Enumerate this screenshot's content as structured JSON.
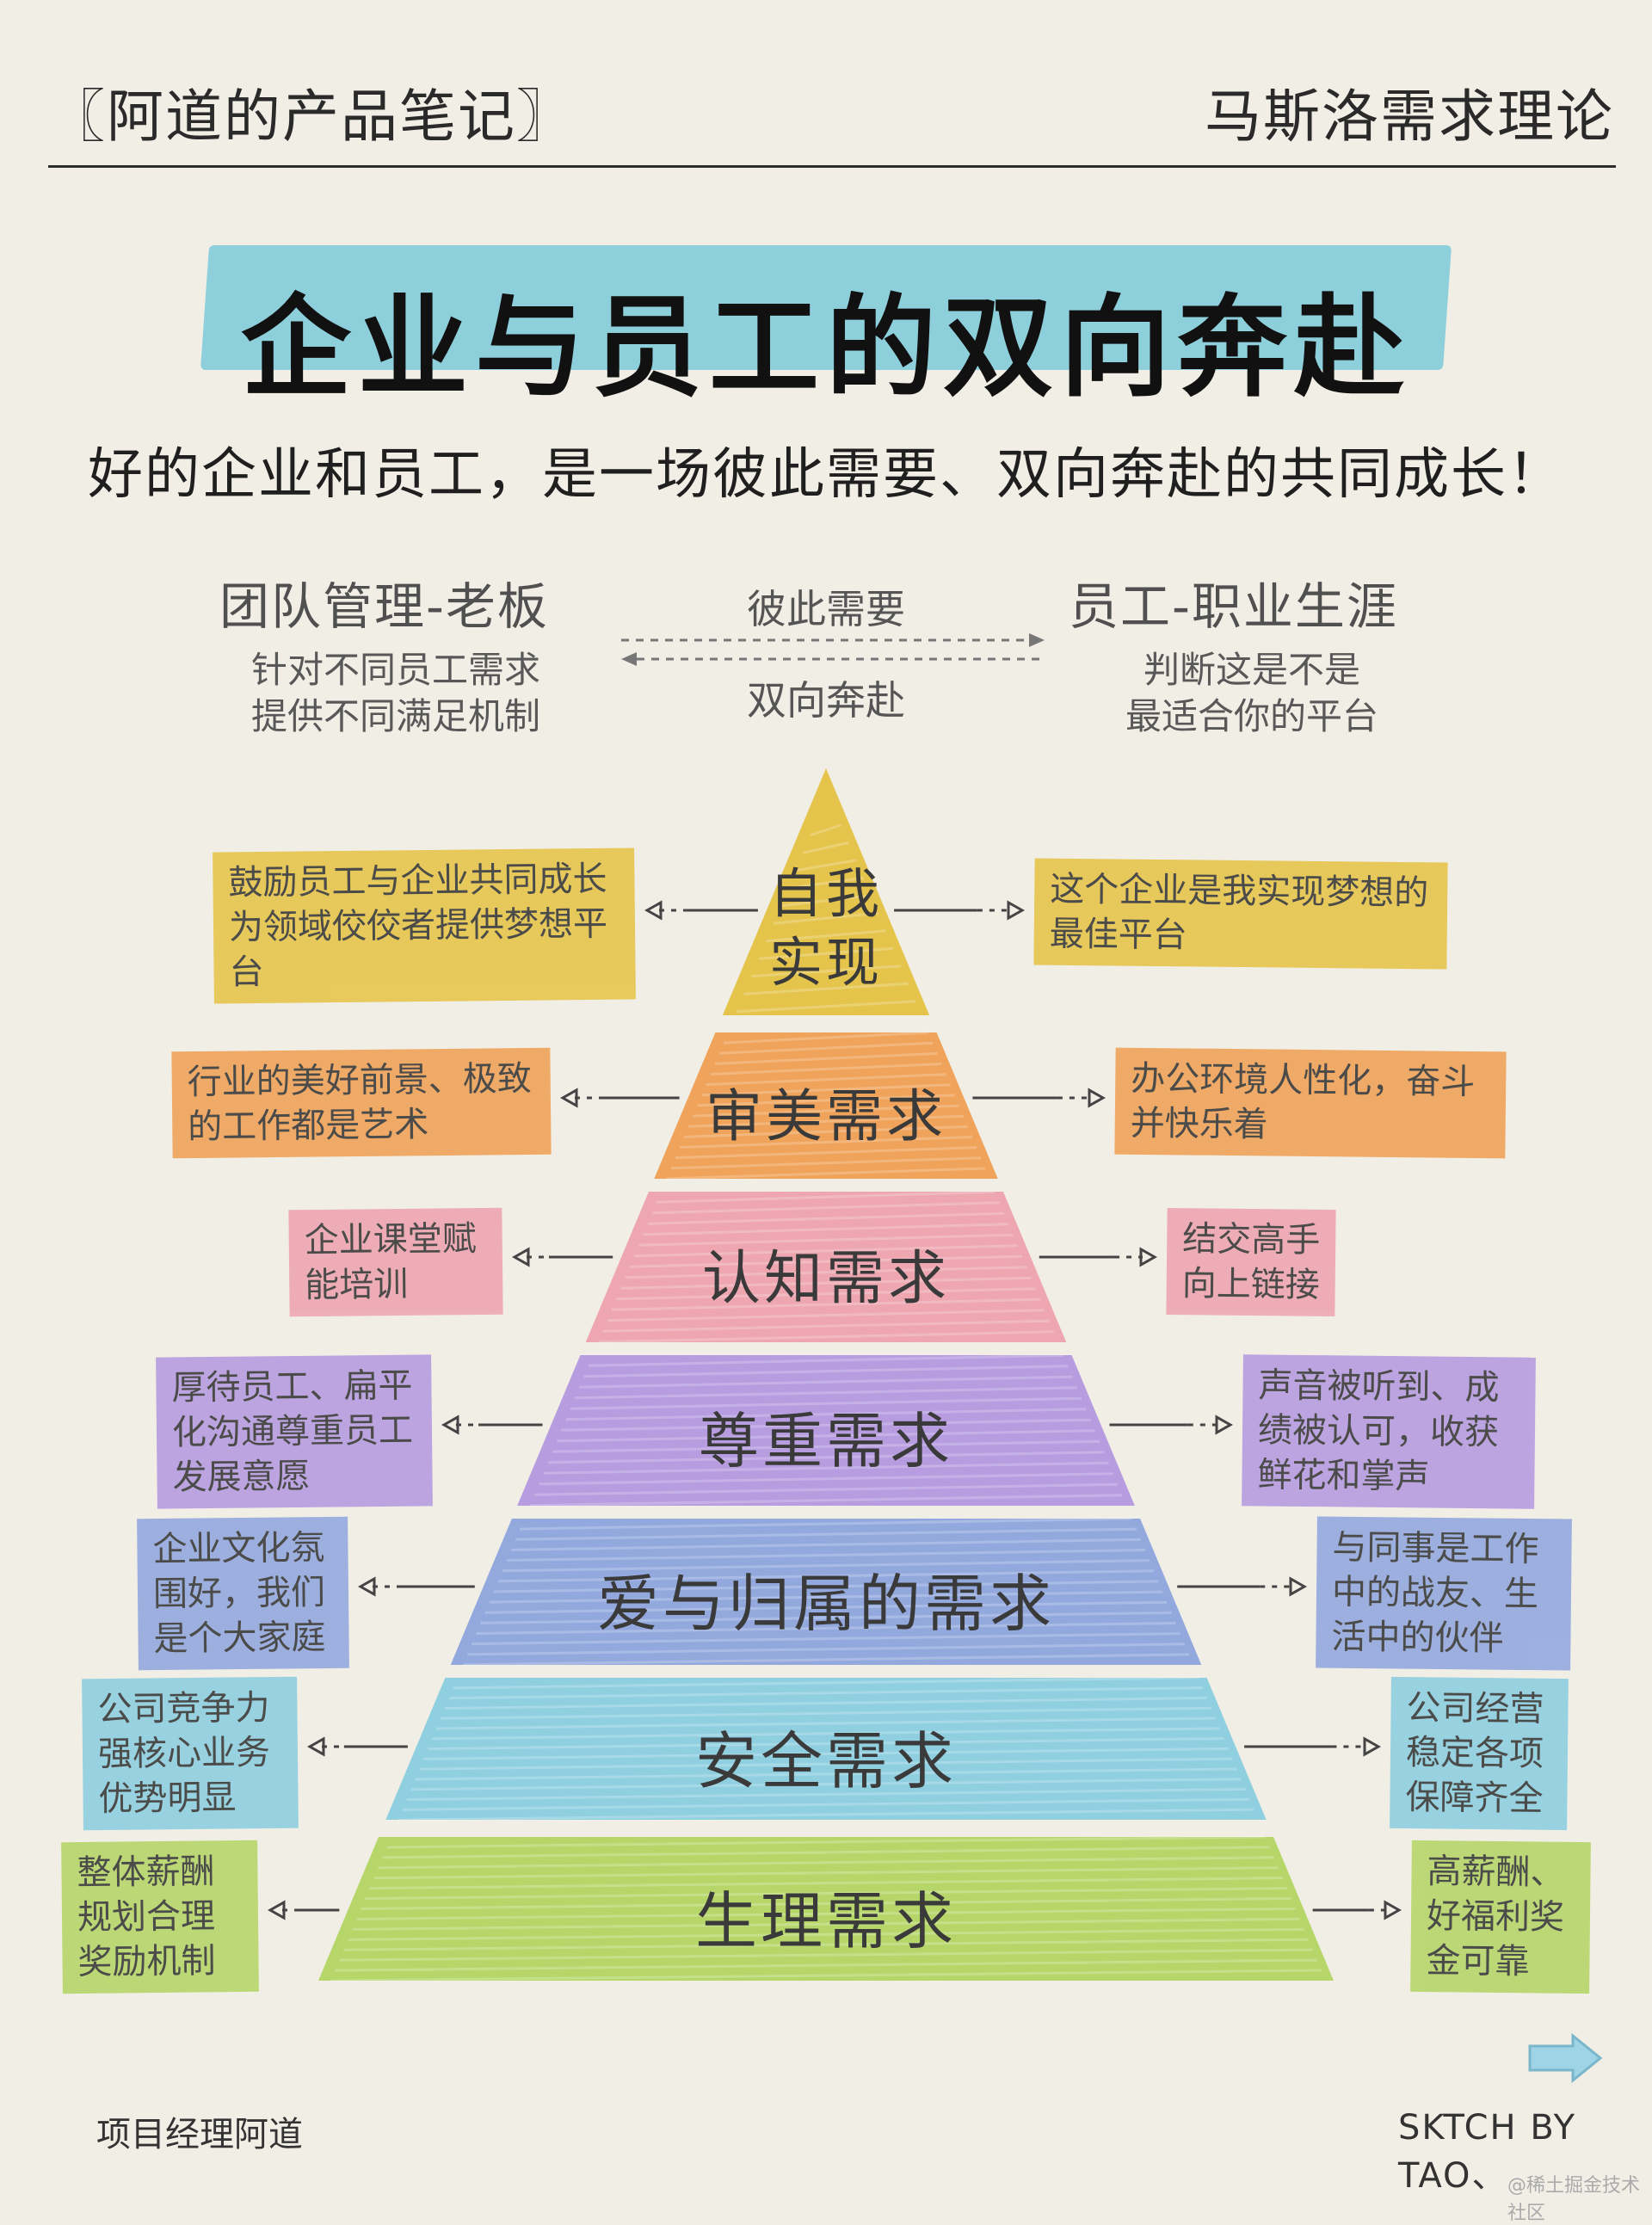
{
  "header": {
    "left": "〖阿道的产品笔记〗",
    "right": "马斯洛需求理论"
  },
  "title": "企业与员工的双向奔赴",
  "subtitle": "好的企业和员工，是一场彼此需要、双向奔赴的共同成长！",
  "left_column": {
    "heading": "团队管理-老板",
    "desc": "针对不同员工需求 提供不同满足机制"
  },
  "right_column": {
    "heading": "员工-职业生涯",
    "desc": "判断这是不是 最适合你的平台"
  },
  "middle": {
    "top": "彼此需要",
    "bottom": "双向奔赴"
  },
  "tiers": [
    {
      "label": "自我实现",
      "color": "#e5c44c",
      "left_note": "鼓励员工与企业共同成长为领域佼佼者提供梦想平台",
      "right_note": "这个企业是我实现梦想的最佳平台"
    },
    {
      "label": "审美需求",
      "color": "#f0a35a",
      "left_note": "行业的美好前景、极致的工作都是艺术",
      "right_note": "办公环境人性化，奋斗并快乐着"
    },
    {
      "label": "认知需求",
      "color": "#eea7b1",
      "left_note": "企业课堂赋能培训",
      "right_note": "结交高手向上链接"
    },
    {
      "label": "尊重需求",
      "color": "#b79ce0",
      "left_note": "厚待员工、扁平化沟通尊重员工发展意愿",
      "right_note": "声音被听到、成绩被认可，收获鲜花和掌声"
    },
    {
      "label": "爱与归属的需求",
      "color": "#93a9de",
      "left_note": "企业文化氛围好，我们是个大家庭",
      "right_note": "与同事是工作中的战友、生活中的伙伴"
    },
    {
      "label": "安全需求",
      "color": "#8fcfe0",
      "left_note": "公司竞争力强核心业务优势明显",
      "right_note": "公司经营稳定各项保障齐全"
    },
    {
      "label": "生理需求",
      "color": "#b7d66a",
      "left_note": "整体薪酬规划合理奖励机制",
      "right_note": "高薪酬、好福利奖金可靠"
    }
  ],
  "footer": {
    "left": "项目经理阿道",
    "right": "SKTCH BY TAO、"
  },
  "watermark": "@稀土掘金技术社区"
}
